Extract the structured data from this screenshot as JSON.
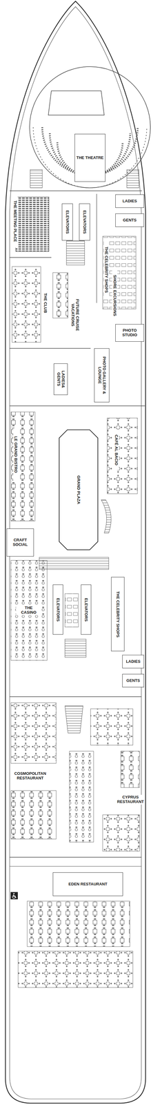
{
  "diagram": {
    "nodes": [
      {
        "text": [
          "THE THEATRE"
        ]
      },
      {
        "text": [
          "LADIES"
        ]
      },
      {
        "text": [
          "GENTS"
        ]
      },
      {
        "text": [
          "ELEVATORS"
        ]
      },
      {
        "text": [
          "ELEVATORS"
        ]
      },
      {
        "text": [
          "PHOTO STUDIO"
        ]
      },
      {
        "text": [
          "LADIES& GENTS"
        ]
      },
      {
        "text": [
          "PHOTO GALLERY & LOUNGE"
        ]
      },
      {
        "text": [
          "GRAND PLAZA"
        ]
      },
      {
        "text": [
          "CRAFT SOCIAL"
        ]
      },
      {
        "text": [
          "ELEVATORS"
        ]
      },
      {
        "text": [
          "ELEVATORS"
        ]
      },
      {
        "text": [
          "THE CELEBRITY SHOPS"
        ]
      },
      {
        "text": [
          "LADIES"
        ]
      },
      {
        "text": [
          "GENTS"
        ]
      },
      {
        "text": [
          "EDEN RESTAURANT"
        ]
      }
    ],
    "labels": [
      "THE MEETING PLACE",
      "THE CELEBRITY SHOPS",
      "THE CLUB",
      "FUTURE CRUISE VACATIONS",
      "SHORE EXCURSIONS",
      "LE GRAND BISTRO",
      "CAFÉ AL BACIO",
      "THE CASINO",
      "COSMOPOLITAN RESTAURANT",
      "CYPRUS RESTAURANT"
    ]
  }
}
